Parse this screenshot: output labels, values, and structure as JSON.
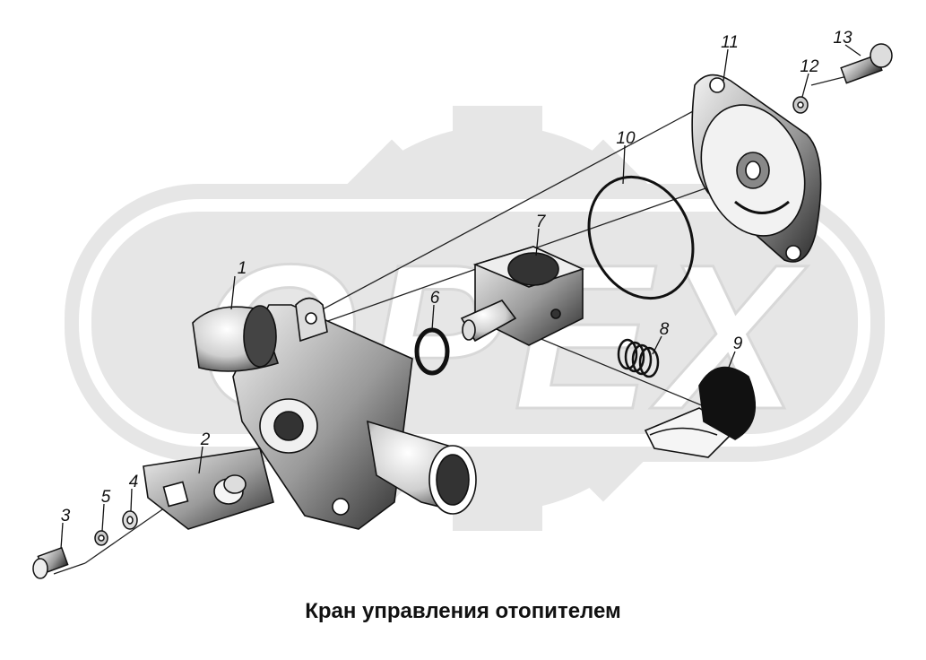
{
  "watermark": {
    "text": "OPEX",
    "color": "#e6e6e6"
  },
  "caption": "Кран управления отопителем",
  "parts": [
    {
      "id": "1"
    },
    {
      "id": "2"
    },
    {
      "id": "3"
    },
    {
      "id": "4"
    },
    {
      "id": "5"
    },
    {
      "id": "6"
    },
    {
      "id": "7"
    },
    {
      "id": "8"
    },
    {
      "id": "9"
    },
    {
      "id": "10"
    },
    {
      "id": "11"
    },
    {
      "id": "12"
    },
    {
      "id": "13"
    }
  ]
}
